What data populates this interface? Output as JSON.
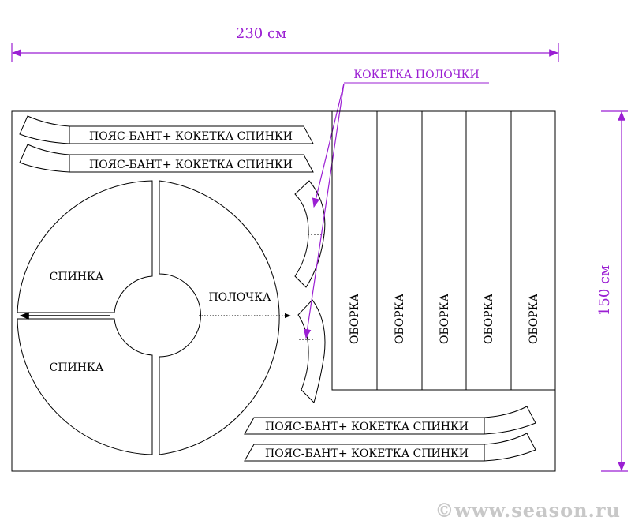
{
  "dimensions": {
    "width_label": "230 см",
    "height_label": "150 см"
  },
  "labels": {
    "yoke_front": "КОКЕТКА ПОЛОЧКИ",
    "belt_bow": "ПОЯС-БАНТ+ КОКЕТКА СПИНКИ",
    "back": "СПИНКА",
    "front": "ПОЛОЧКА",
    "ruffle": "ОБОРКА"
  },
  "watermark": "©www.season.ru",
  "colors": {
    "line": "#000000",
    "dimension": "#9b1fd3",
    "watermark": "#c8c8c8"
  }
}
